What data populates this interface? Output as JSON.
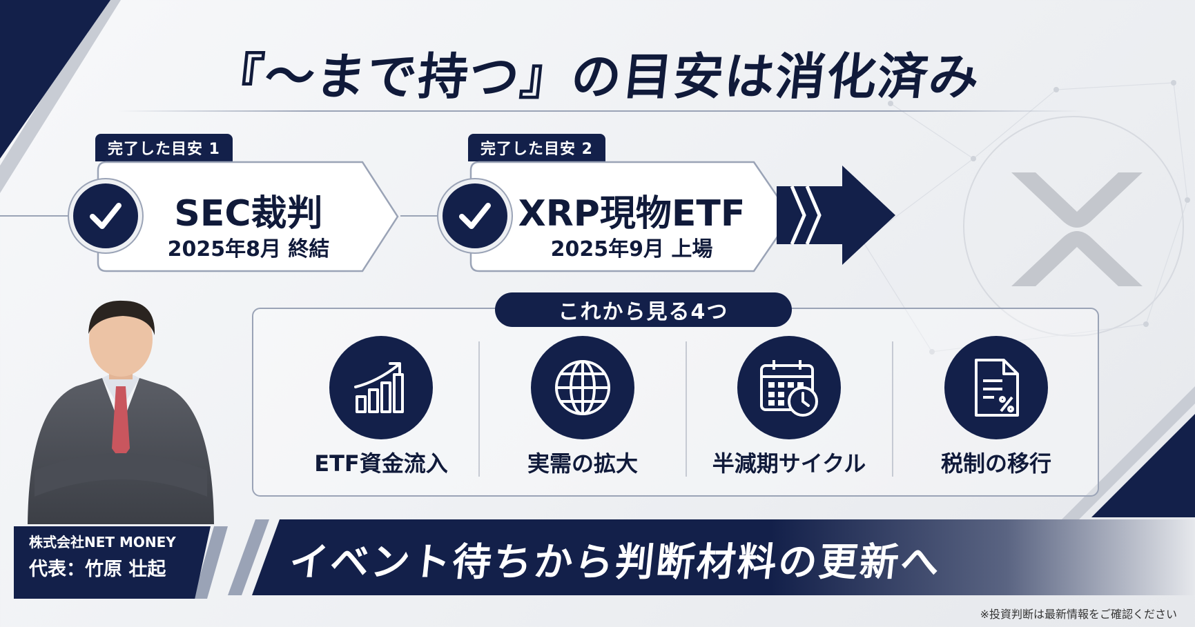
{
  "title": "『～まで持つ』の目安は消化済み",
  "milestones": [
    {
      "tag": "完了した目安 1",
      "main": "SEC裁判",
      "sub": "2025年8月 終結"
    },
    {
      "tag": "完了した目安 2",
      "main": "XRP現物ETF",
      "sub": "2025年9月 上場"
    }
  ],
  "next_section": {
    "heading": "これから見る4つ",
    "items": [
      {
        "label": "ETF資金流入",
        "icon": "chart-growth-icon"
      },
      {
        "label": "実需の拡大",
        "icon": "globe-icon"
      },
      {
        "label": "半減期サイクル",
        "icon": "calendar-clock-icon"
      },
      {
        "label": "税制の移行",
        "icon": "tax-document-icon"
      }
    ]
  },
  "company": {
    "name": "株式会社NET MONEY",
    "representative": "代表：竹原 壮起"
  },
  "banner": "イベント待ちから判断材料の更新へ",
  "disclaimer": "※投資判断は最新情報をご確認ください",
  "colors": {
    "navy": "#13204a",
    "gray": "#9aa3b6",
    "background": "#eef0f3"
  }
}
